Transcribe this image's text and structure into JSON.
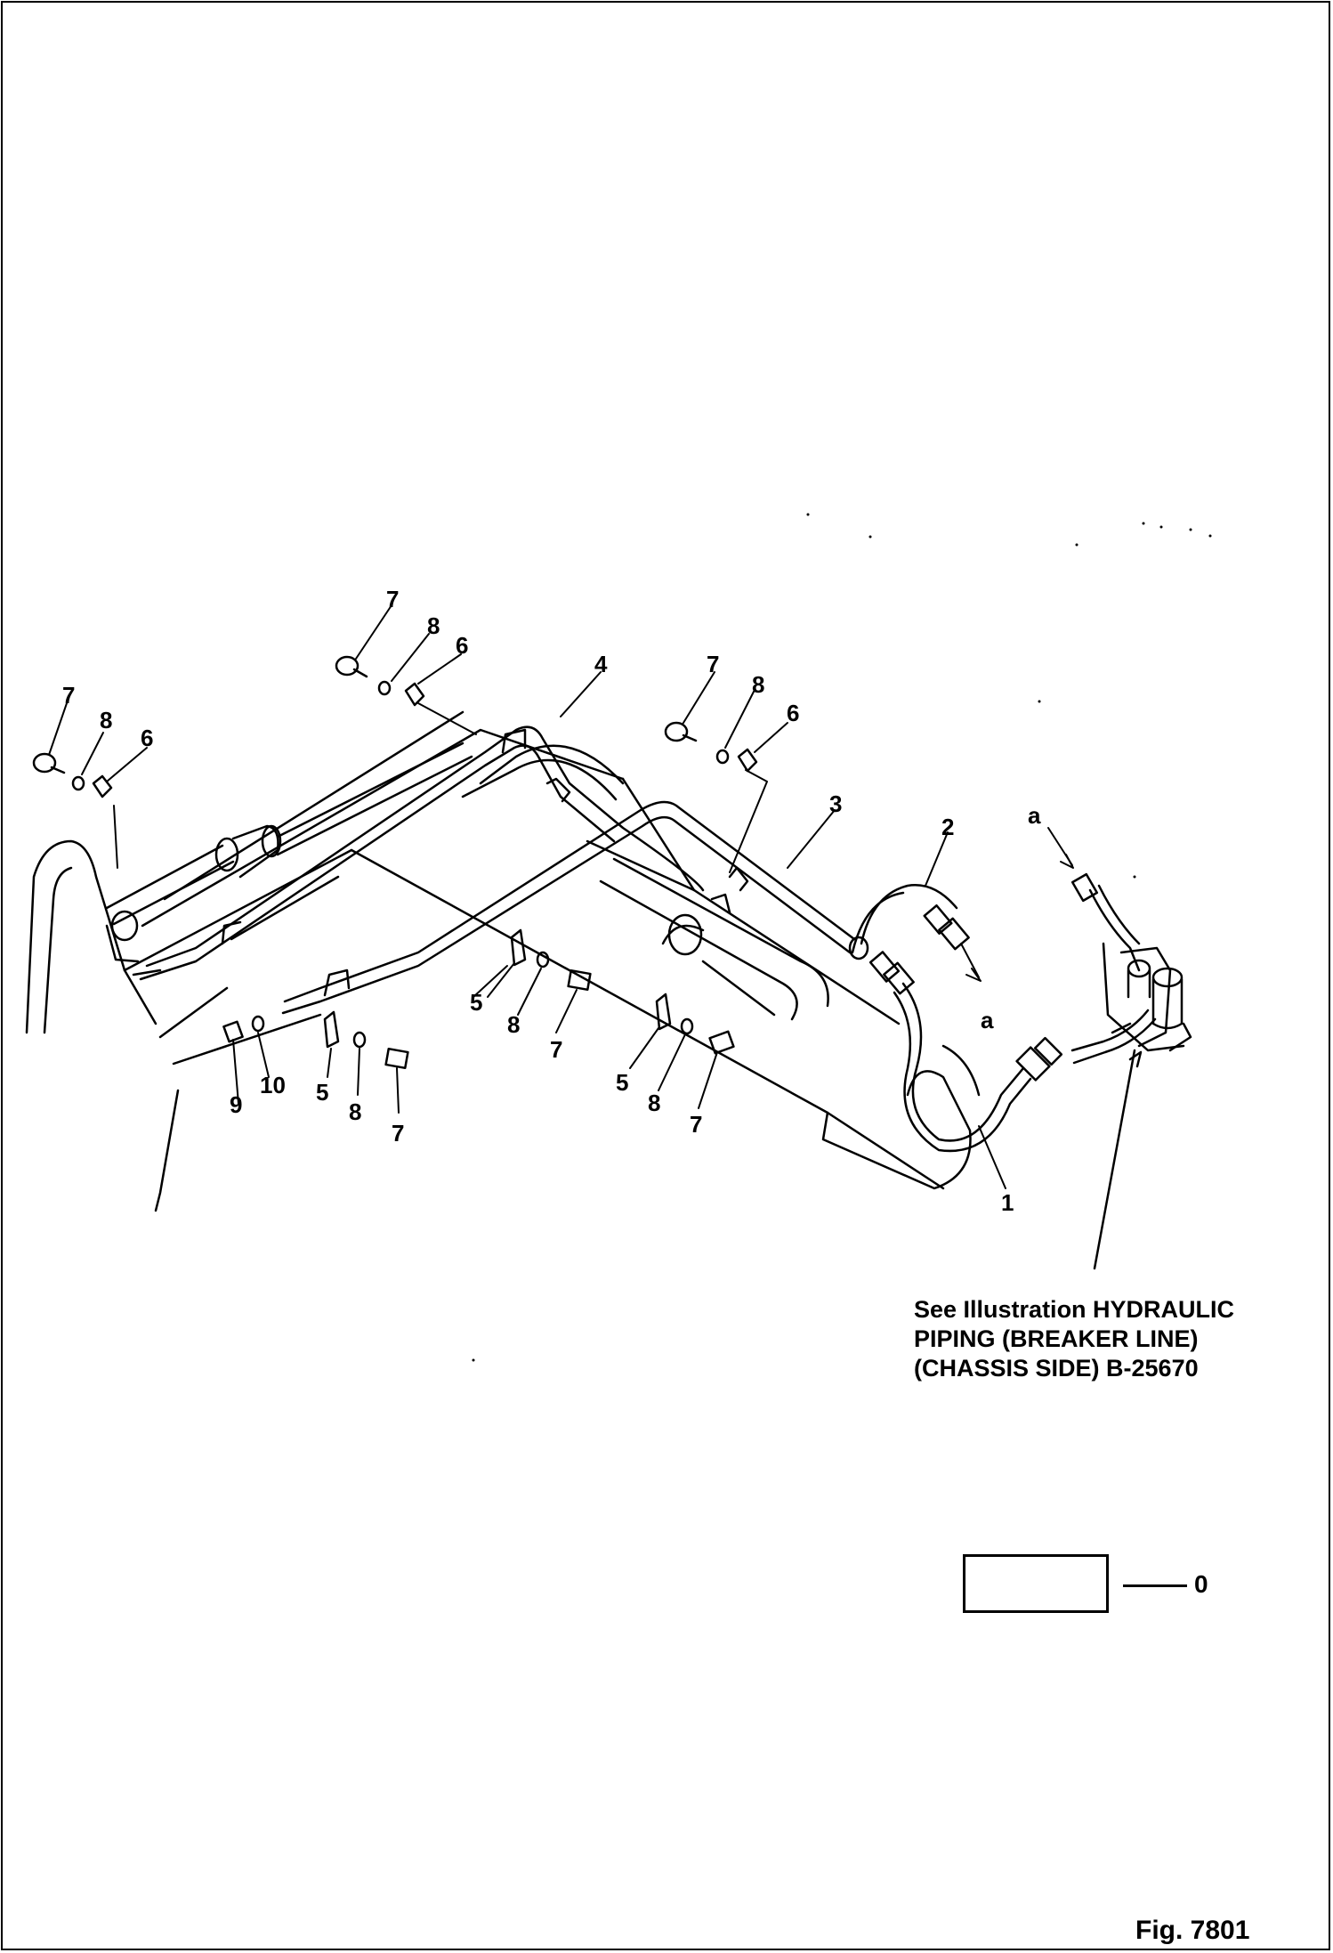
{
  "callouts": {
    "c1": "1",
    "c2": "2",
    "c3": "3",
    "c4": "4",
    "c5a": "5",
    "c5b": "5",
    "c5c": "5",
    "c6a": "6",
    "c6b": "6",
    "c6c": "6",
    "c7a": "7",
    "c7b": "7",
    "c7c": "7",
    "c7d": "7",
    "c7e": "7",
    "c7f": "7",
    "c8a": "8",
    "c8b": "8",
    "c8c": "8",
    "c8d": "8",
    "c8e": "8",
    "c8f": "8",
    "c9": "9",
    "c10": "10",
    "ca1": "a",
    "ca2": "a"
  },
  "note": {
    "line1": "See Illustration HYDRAULIC",
    "line2": "PIPING (BREAKER LINE)",
    "line3": "(CHASSIS SIDE) B-25670"
  },
  "legend": {
    "value": "0"
  },
  "figure_label": "Fig. 7801"
}
